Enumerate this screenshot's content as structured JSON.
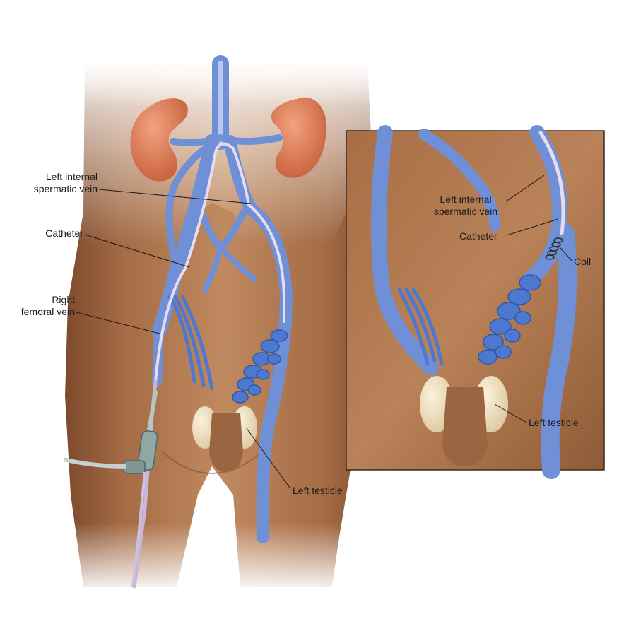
{
  "labels": {
    "main_left_internal_spermatic_vein": "Left internal\nspermatic vein",
    "main_catheter": "Catheter",
    "main_right_femoral_vein": "Right\nfemoral vein",
    "main_left_testicle": "Left testicle",
    "inset_left_internal_spermatic_vein": "Left internal\nspermatic vein",
    "inset_catheter": "Catheter",
    "inset_coil": "Coil",
    "inset_left_testicle": "Left testicle"
  },
  "colors": {
    "skin": "#b07a52",
    "skin_shadow": "#8a5634",
    "vein": "#6f8fd6",
    "vein_light": "#b8c8ee",
    "varicose": "#4d78d0",
    "kidney": "#e0835e",
    "catheter": "#e7dcef",
    "inset_border": "#3a2a20",
    "label_line": "#1a1a1a"
  }
}
